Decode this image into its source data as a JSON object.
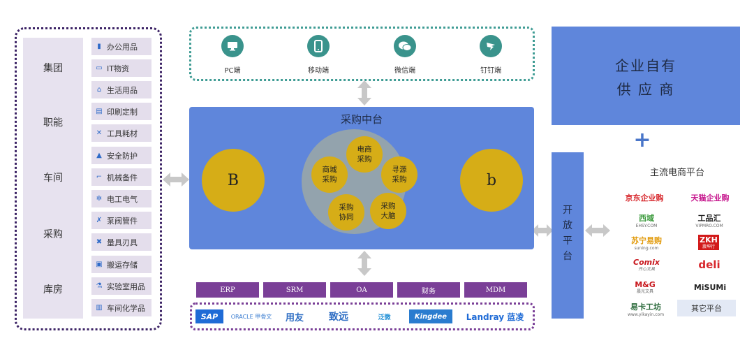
{
  "departments": [
    "集团",
    "职能",
    "车间",
    "采购",
    "库房"
  ],
  "categories": [
    {
      "label": "办公用品",
      "icon": "book-icon"
    },
    {
      "label": "IT物资",
      "icon": "monitor-icon"
    },
    {
      "label": "生活用品",
      "icon": "home-icon"
    },
    {
      "label": "印刷定制",
      "icon": "printer-icon"
    },
    {
      "label": "工具耗材",
      "icon": "tools-icon"
    },
    {
      "label": "安全防护",
      "icon": "helmet-icon"
    },
    {
      "label": "机械备件",
      "icon": "robot-arm-icon"
    },
    {
      "label": "电工电气",
      "icon": "gear-icon"
    },
    {
      "label": "泵阀管件",
      "icon": "wrench-icon"
    },
    {
      "label": "量具刃具",
      "icon": "cross-tools-icon"
    },
    {
      "label": "搬运存储",
      "icon": "cart-icon"
    },
    {
      "label": "实验室用品",
      "icon": "flask-icon"
    },
    {
      "label": "车间化学品",
      "icon": "bar-chart-icon"
    }
  ],
  "channels": [
    {
      "label": "PC端",
      "icon": "desktop-icon"
    },
    {
      "label": "移动端",
      "icon": "mobile-icon"
    },
    {
      "label": "微信端",
      "icon": "wechat-icon"
    },
    {
      "label": "钉钉端",
      "icon": "dingtalk-icon"
    }
  ],
  "platform": {
    "title": "采购中台",
    "left_circle": "B",
    "right_circle": "b",
    "modules": [
      "电商\n采购",
      "寻源\n采购",
      "采购\n大脑",
      "采购\n协同",
      "商城\n采购"
    ]
  },
  "systems": [
    "ERP",
    "SRM",
    "OA",
    "财务",
    "MDM"
  ],
  "vendors": [
    "SAP",
    "ORACLE 甲骨文",
    "用友",
    "致远",
    "泛微",
    "Kingdee",
    "Landray 蓝凌"
  ],
  "supplier": {
    "line1": "企业自有",
    "line2": "供 应 商"
  },
  "plus": "+",
  "mainstream_title": "主流电商平台",
  "open_platform": "开\n放\n平\n台",
  "ecommerce": [
    {
      "name": "京东企业购",
      "color": "#d7262b"
    },
    {
      "name": "天猫企业购",
      "color": "#c6168d"
    },
    {
      "name": "西域",
      "sub": "EHSY.COM",
      "color": "#3b9a3c"
    },
    {
      "name": "工品汇",
      "sub": "VIPMRO.COM",
      "color": "#222222"
    },
    {
      "name": "苏宁易购",
      "sub": "suning.com",
      "color": "#e29a0a"
    },
    {
      "name": "ZKH",
      "sub": "震坤行",
      "color": "#ffffff"
    },
    {
      "name": "Comix",
      "sub": "齐心文具",
      "color": "#c8171d"
    },
    {
      "name": "deli",
      "color": "#d7262b"
    },
    {
      "name": "M&G",
      "sub": "晨光文具",
      "color": "#c8171d"
    },
    {
      "name": "MiSUMi",
      "color": "#222222"
    },
    {
      "name": "易卡工坊",
      "sub": "www.yikayin.com",
      "color": "#2b6a3b"
    }
  ],
  "other_platform": "其它平台"
}
